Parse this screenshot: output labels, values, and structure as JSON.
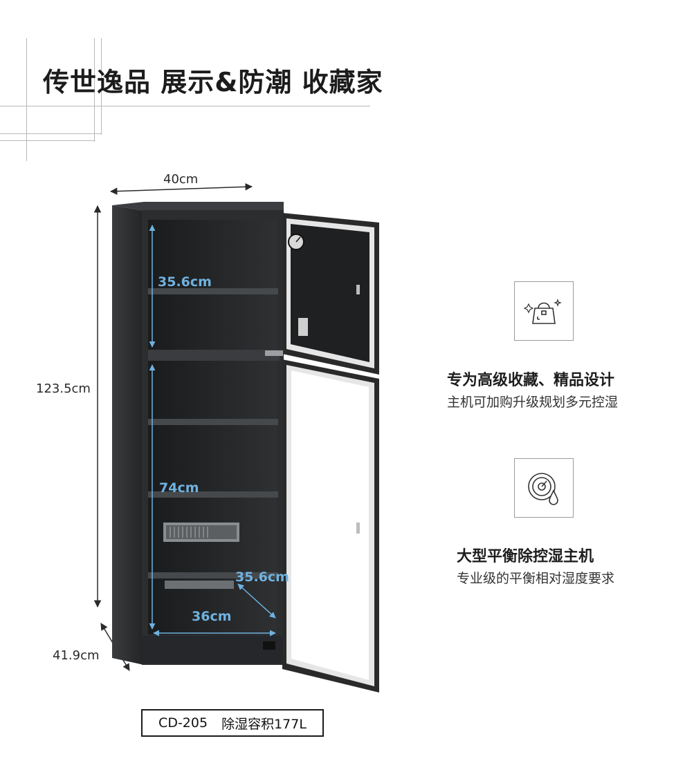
{
  "header": {
    "title": "传世逸品  展示&防潮 收藏家"
  },
  "product": {
    "dimensions": {
      "width": "40cm",
      "height": "123.5cm",
      "depth": "41.9cm"
    },
    "inner_dimensions": {
      "top_compartment_height": "35.6cm",
      "lower_compartment_height": "74cm",
      "inner_depth": "35.6cm",
      "inner_width": "36cm"
    },
    "model": {
      "code": "CD-205",
      "capacity": "除湿容积177L"
    }
  },
  "features": [
    {
      "icon": "handbag-sparkle-icon",
      "title": "专为高级收藏、精品设计",
      "subtitle": "主机可加购升级规划多元控湿"
    },
    {
      "icon": "gauge-droplet-icon",
      "title": "大型平衡除控湿主机",
      "subtitle": "专业级的平衡相对湿度要求"
    }
  ],
  "colors": {
    "cabinet": "#2b2d2f",
    "dimension_line": "#2a2a2a",
    "inner_dimension": "#6fb2e0",
    "door_frame": "#2a2a2a",
    "door_seal": "#e6e6e6"
  }
}
